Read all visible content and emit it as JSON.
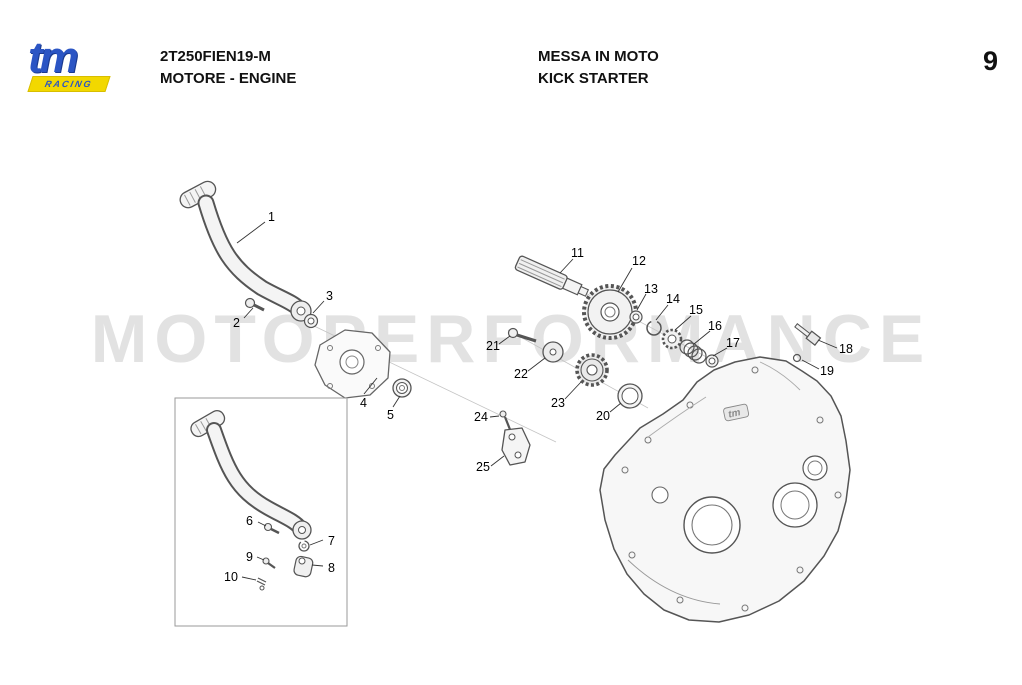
{
  "header": {
    "logo": {
      "brand": "tm",
      "sub": "RACING"
    },
    "model_code": "2T250FIEN19-M",
    "section": "MOTORE - ENGINE",
    "title_primary": "MESSA IN MOTO",
    "title_secondary": "KICK STARTER",
    "page_number": "9"
  },
  "watermark": "MOTOPERFORMANCE",
  "diagram": {
    "case_logo": "tm",
    "callouts": [
      {
        "label": "1"
      },
      {
        "label": "2"
      },
      {
        "label": "3"
      },
      {
        "label": "4"
      },
      {
        "label": "5"
      },
      {
        "label": "6"
      },
      {
        "label": "7"
      },
      {
        "label": "8"
      },
      {
        "label": "9"
      },
      {
        "label": "10"
      },
      {
        "label": "11"
      },
      {
        "label": "12"
      },
      {
        "label": "13"
      },
      {
        "label": "14"
      },
      {
        "label": "15"
      },
      {
        "label": "16"
      },
      {
        "label": "17"
      },
      {
        "label": "18"
      },
      {
        "label": "19"
      },
      {
        "label": "20"
      },
      {
        "label": "21"
      },
      {
        "label": "22"
      },
      {
        "label": "23"
      },
      {
        "label": "24"
      },
      {
        "label": "25"
      }
    ]
  },
  "colors": {
    "logo_blue": "#2b55c4",
    "logo_yellow": "#f2d800",
    "watermark_gray": "#e2e2e2",
    "line_dark": "#555555",
    "part_fill": "#f4f4f4"
  }
}
